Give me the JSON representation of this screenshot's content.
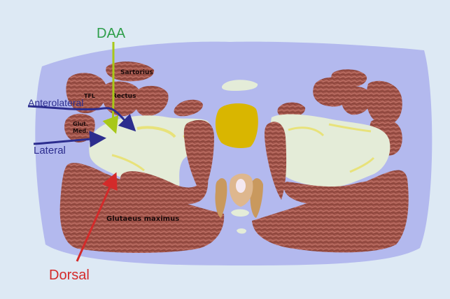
{
  "approaches": {
    "daa": "DAA",
    "anterolateral": "Anterolateral",
    "lateral": "Lateral",
    "dorsal": "Dorsal"
  },
  "muscles": {
    "sartorius": "Sartorius",
    "rectus": "Rectus",
    "tfl": "TFL",
    "glut_med_line1": "Glut.",
    "glut_med_line2": "Med.",
    "glutaeus_maximus": "Glutaeus maximus"
  },
  "colors": {
    "background": "#dde9f4",
    "body_section": "#b3b9ee",
    "muscle": "#a0544a",
    "bone": "#e4ecd8",
    "cartilage_line": "#e8e27a",
    "daa_arrow": "#a8c818",
    "daa_text": "#2e9e4a",
    "anterolateral_arrow": "#2c2d8e",
    "lateral_arrow": "#2c2d8e",
    "dorsal_arrow": "#d42a2a",
    "bladder": "#d9b600",
    "rectum": "#c9995e"
  }
}
